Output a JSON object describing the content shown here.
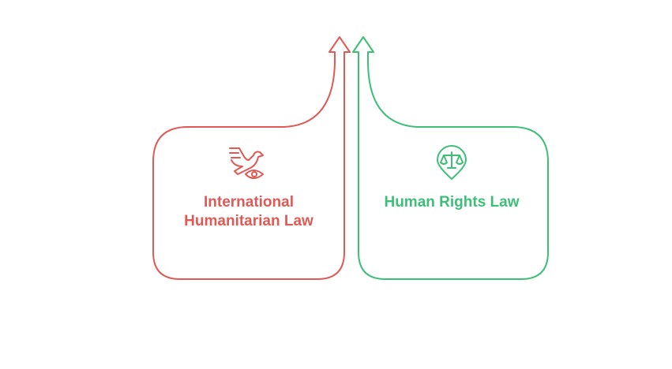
{
  "colors": {
    "left": "#e05a55",
    "right": "#3dbf77",
    "background": "#ffffff"
  },
  "left_box": {
    "line1": "International",
    "line2": "Humanitarian Law",
    "icon": "dove-with-eye-icon"
  },
  "right_box": {
    "label": "Human Rights Law",
    "icon": "scales-location-pin-icon"
  }
}
